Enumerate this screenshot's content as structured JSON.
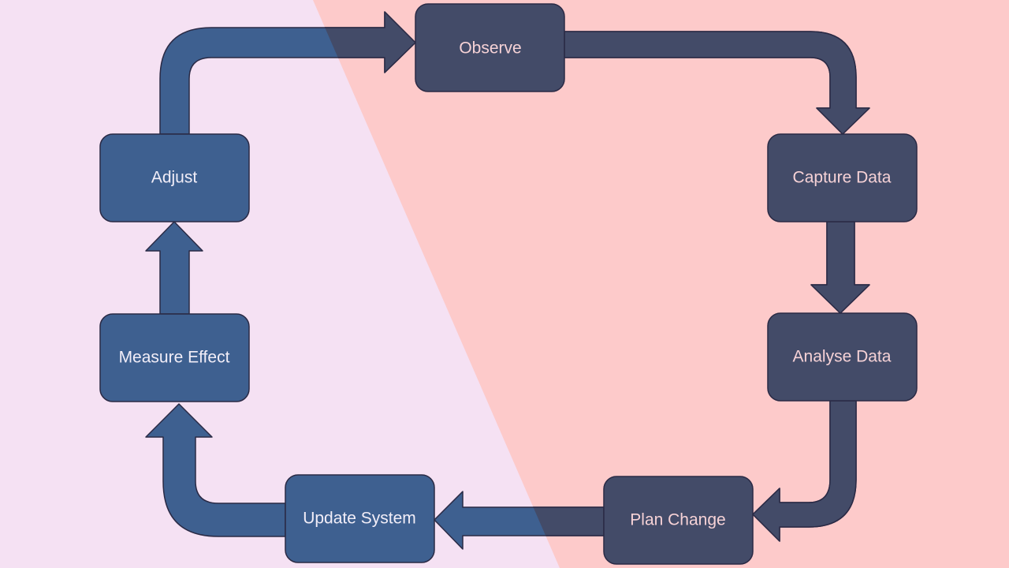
{
  "diagram": {
    "colors": {
      "background_left": "#f5e1f3",
      "background_right": "#fdcaca",
      "node_left": "#3e6090",
      "node_right": "#434b68",
      "arrow_left": "#3e6090",
      "arrow_right": "#434b68",
      "outline": "#2a2a45",
      "label_on_left": "#f2eef8",
      "label_on_right": "#f6d2d6"
    },
    "nodes": [
      {
        "id": "observe",
        "label": "Observe"
      },
      {
        "id": "capture-data",
        "label": "Capture Data"
      },
      {
        "id": "analyse-data",
        "label": "Analyse Data"
      },
      {
        "id": "plan-change",
        "label": "Plan Change"
      },
      {
        "id": "update-system",
        "label": "Update System"
      },
      {
        "id": "measure-effect",
        "label": "Measure Effect"
      },
      {
        "id": "adjust",
        "label": "Adjust"
      }
    ],
    "edges": [
      {
        "from": "adjust",
        "to": "observe"
      },
      {
        "from": "observe",
        "to": "capture-data"
      },
      {
        "from": "capture-data",
        "to": "analyse-data"
      },
      {
        "from": "analyse-data",
        "to": "plan-change"
      },
      {
        "from": "plan-change",
        "to": "update-system"
      },
      {
        "from": "update-system",
        "to": "measure-effect"
      },
      {
        "from": "measure-effect",
        "to": "adjust"
      }
    ]
  }
}
